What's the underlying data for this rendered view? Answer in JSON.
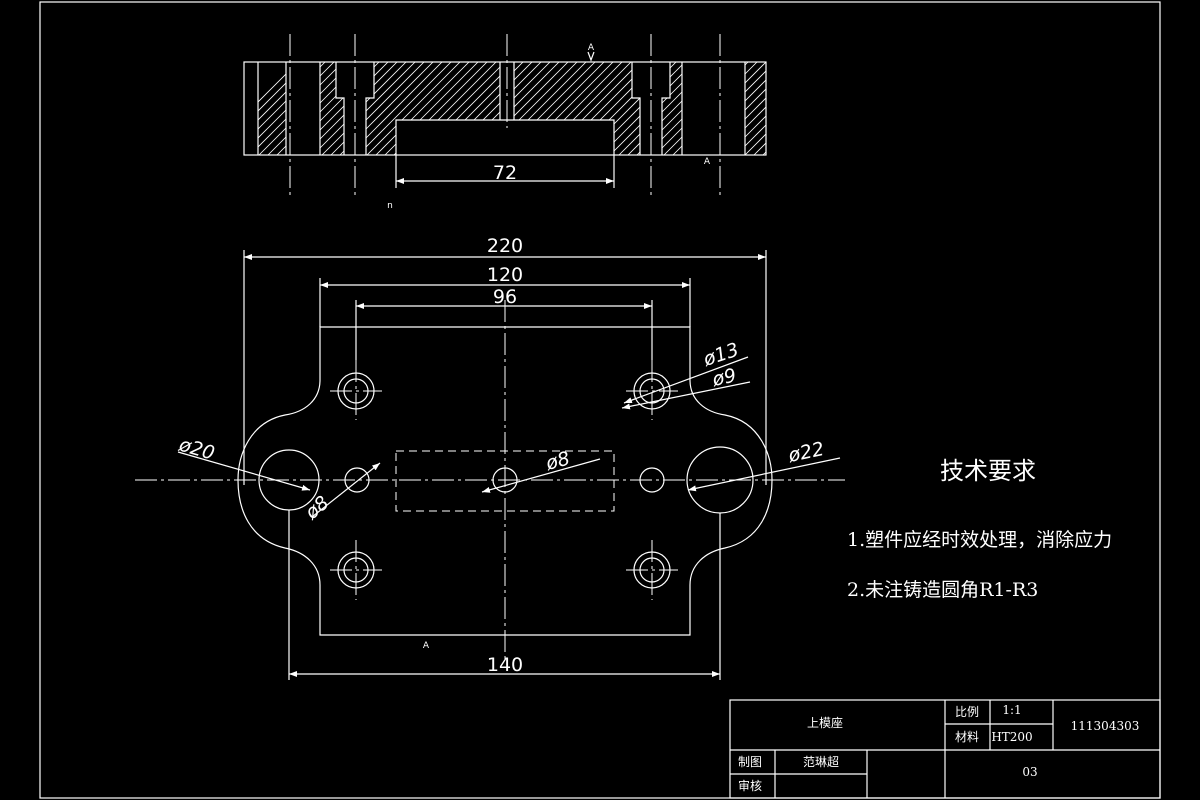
{
  "dimensions": {
    "top_width": "72",
    "overall_width": "220",
    "bolt_span": "120",
    "hole_span": "96",
    "base_width": "140",
    "dia_13": "ø13",
    "dia_9": "ø9",
    "dia_20": "ø20",
    "dia_22": "ø22",
    "dia_8_center": "ø8",
    "dia_8_left": "ø8"
  },
  "markers": {
    "section_a_top": "A",
    "section_a_bottom": "A",
    "section_mark_upper": "A",
    "note_n": "n"
  },
  "requirements": {
    "title": "技术要求",
    "item1": "1.塑件应经时效处理，消除应力",
    "item2": "2.未注铸造圆角R1-R3"
  },
  "title_block": {
    "part_name": "上模座",
    "scale_label": "比例",
    "scale_value": "1:1",
    "material_label": "材料",
    "material_value": "HT200",
    "drawing_number": "111304303",
    "drawn_label": "制图",
    "drawn_by": "范琳超",
    "review_label": "审核",
    "sheet_number": "03"
  }
}
